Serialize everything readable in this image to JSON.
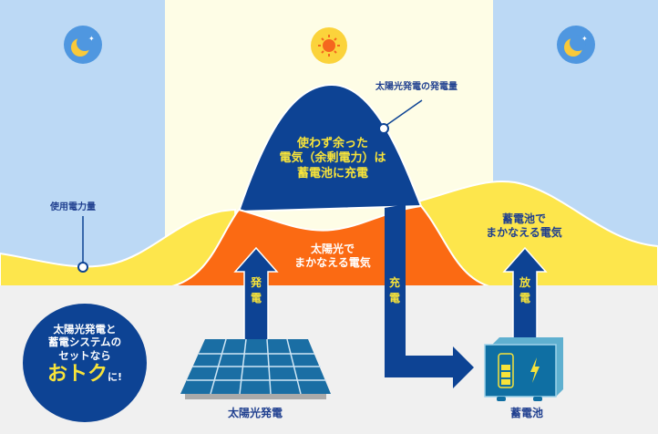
{
  "labels": {
    "usage": "使用電力量",
    "generation_amount": "太陽光発電の発電量",
    "surplus": [
      "使わず余った",
      "電気（余剰電力）は",
      "蓄電池に充電"
    ],
    "solar_covered": [
      "太陽光で",
      "まかなえる電気"
    ],
    "battery_covered": [
      "蓄電池で",
      "まかなえる電気"
    ],
    "arrow_generate": [
      "発",
      "電"
    ],
    "arrow_charge": [
      "充",
      "電"
    ],
    "arrow_discharge": [
      "放",
      "電"
    ],
    "solar_panel": "太陽光発電",
    "battery": "蓄電池"
  },
  "badge": {
    "lines": [
      "太陽光発電と",
      "蓄電システムの",
      "セットなら"
    ],
    "highlight": "おトク",
    "suffix": "に!"
  },
  "colors": {
    "navy": "#0d4394",
    "orange": "#fb6a13",
    "yellow": "#fde64c",
    "night": "#bcd9f5",
    "day": "#fefde6"
  }
}
